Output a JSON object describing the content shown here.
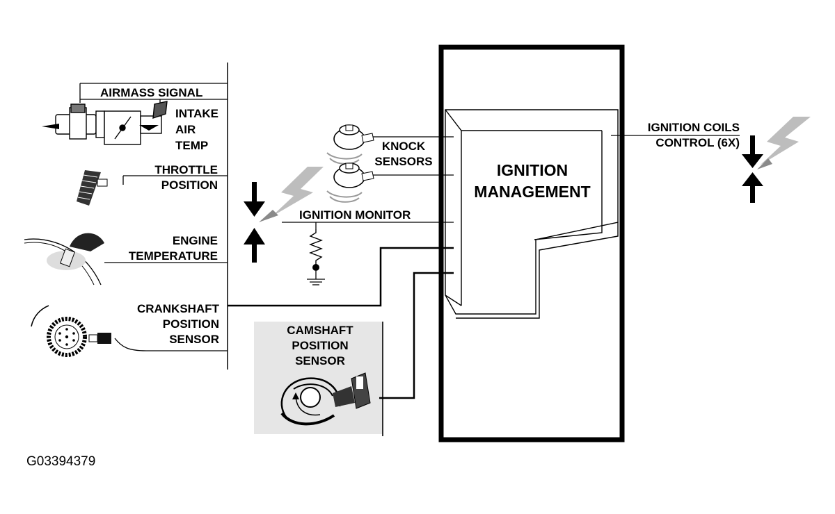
{
  "labels": {
    "airmass_signal": "AIRMASS SIGNAL",
    "intake_air_temp": [
      "INTAKE",
      "AIR",
      "TEMP"
    ],
    "throttle_position": [
      "THROTTLE",
      "POSITION"
    ],
    "engine_temperature": [
      "ENGINE",
      "TEMPERATURE"
    ],
    "crankshaft_position_sensor": [
      "CRANKSHAFT",
      "POSITION",
      "SENSOR"
    ],
    "knock_sensors": [
      "KNOCK",
      "SENSORS"
    ],
    "ignition_monitor": "IGNITION MONITOR",
    "camshaft_position_sensor": [
      "CAMSHAFT",
      "POSITION",
      "SENSOR"
    ],
    "ignition_management": [
      "IGNITION",
      "MANAGEMENT"
    ],
    "ignition_coils_control": [
      "IGNITION COILS",
      "CONTROL (6X)"
    ]
  },
  "figure_code": "G03394379",
  "icons": [
    "airmass-meter-icon",
    "throttle-pedal-icon",
    "engine-temperature-sensor-icon",
    "crankshaft-wheel-sensor-icon",
    "knock-sensor-icon",
    "camshaft-wheel-sensor-icon",
    "spark-lightning-icon",
    "ground-symbol-icon",
    "resistor-icon"
  ],
  "colors": {
    "line": "#000000",
    "camshaft_panel": "#e6e6e6",
    "spark": "#bdbdbd"
  }
}
